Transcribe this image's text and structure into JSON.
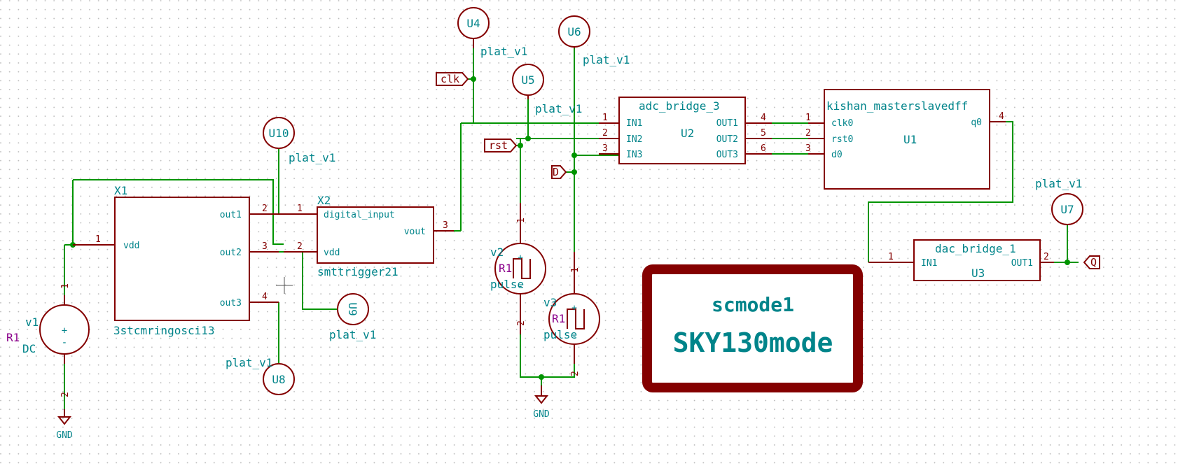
{
  "colors": {
    "wire": "#009400",
    "component": "#840000",
    "text": "#00848a",
    "reference": "#8a008a",
    "grid": "#b8b8b8",
    "background": "#ffffff"
  },
  "components": {
    "x1": {
      "ref": "X1",
      "value": "3stcmringosci13",
      "pins": [
        "vdd",
        "out1",
        "out2",
        "out3"
      ],
      "pin_numbers": [
        "1",
        "2",
        "3",
        "4"
      ]
    },
    "x2": {
      "ref": "X2",
      "value": "smttrigger21",
      "pins": [
        "digital_input",
        "vdd",
        "vout"
      ],
      "pin_numbers": [
        "1",
        "2",
        "3"
      ]
    },
    "u2": {
      "ref": "U2",
      "value": "adc_bridge_3",
      "inputs": [
        "IN1",
        "IN2",
        "IN3"
      ],
      "outputs": [
        "OUT1",
        "OUT2",
        "OUT3"
      ],
      "in_numbers": [
        "1",
        "2",
        "3"
      ],
      "out_numbers": [
        "4",
        "5",
        "6"
      ]
    },
    "u1": {
      "ref": "U1",
      "value": "kishan_masterslavedff",
      "inputs": [
        "clk0",
        "rst0",
        "d0"
      ],
      "output": "q0",
      "in_numbers": [
        "1",
        "2",
        "3"
      ],
      "out_number": "4"
    },
    "u3": {
      "ref": "U3",
      "value": "dac_bridge_1",
      "input": "IN1",
      "output": "OUT1",
      "in_number": "1",
      "out_number": "2"
    },
    "v1": {
      "ref": "v1",
      "spice": "R1",
      "value": "DC",
      "pin_top": "1",
      "pin_bottom": "2",
      "plus": "+",
      "minus": "-"
    },
    "v2": {
      "ref": "v2",
      "spice": "R1",
      "value": "pulse",
      "pin_top": "1",
      "pin_bottom": "2",
      "plus": "+",
      "minus": "-"
    },
    "v3": {
      "ref": "v3",
      "spice": "R1",
      "value": "pulse",
      "pin_top": "1",
      "pin_bottom": "2",
      "plus": "+",
      "minus": "-"
    }
  },
  "plots": [
    {
      "ref": "U4",
      "value": "plat_v1"
    },
    {
      "ref": "U5",
      "value": "plat_v1"
    },
    {
      "ref": "U6",
      "value": "plat_v1"
    },
    {
      "ref": "U7",
      "value": "plat_v1"
    },
    {
      "ref": "U8",
      "value": "plat_v1"
    },
    {
      "ref": "U9",
      "value": "plat_v1"
    },
    {
      "ref": "U10",
      "value": "plat_v1"
    }
  ],
  "labels": {
    "clk": "clk",
    "rst": "rst",
    "d": "D",
    "q": "Q"
  },
  "ground": "GND",
  "title_box": {
    "line1": "scmode1",
    "line2": "SKY130mode"
  }
}
